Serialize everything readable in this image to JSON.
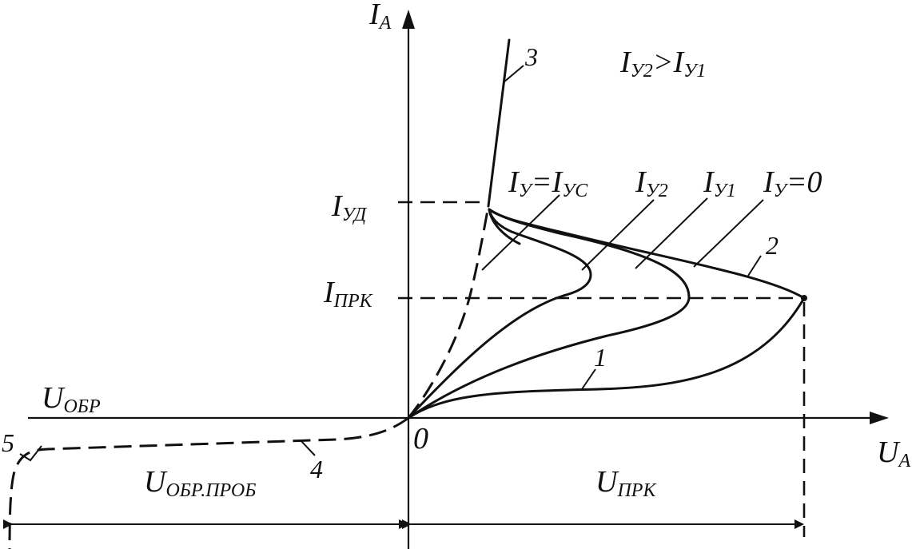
{
  "axes": {
    "y_main": "I",
    "y_sub": "A",
    "x_main": "U",
    "x_sub": "A",
    "origin": "0"
  },
  "left_axis_label": {
    "main": "U",
    "sub": "ОБР"
  },
  "levels": {
    "i_ud": {
      "main": "I",
      "sub": "УД"
    },
    "i_prk": {
      "main": "I",
      "sub": "ПРК"
    }
  },
  "condition": {
    "a_main": "I",
    "a_sub": "У2",
    "op": ">",
    "b_main": "I",
    "b_sub": "У1"
  },
  "curve_labels": {
    "iy_iyc": {
      "a_main": "I",
      "a_sub": "У",
      "eq": "=",
      "b_main": "I",
      "b_sub": "УС"
    },
    "iy2": {
      "main": "I",
      "sub": "У2"
    },
    "iy1": {
      "main": "I",
      "sub": "У1"
    },
    "iy0": {
      "main": "I",
      "sub": "У",
      "eq": "=0"
    }
  },
  "numbers": {
    "n1": "1",
    "n2": "2",
    "n3": "3",
    "n4": "4",
    "n5": "5"
  },
  "dimensions": {
    "u_obr_prob": {
      "main": "U",
      "sub": "ОБР.ПРОБ"
    },
    "u_prk": {
      "main": "U",
      "sub": "ПРК"
    }
  }
}
